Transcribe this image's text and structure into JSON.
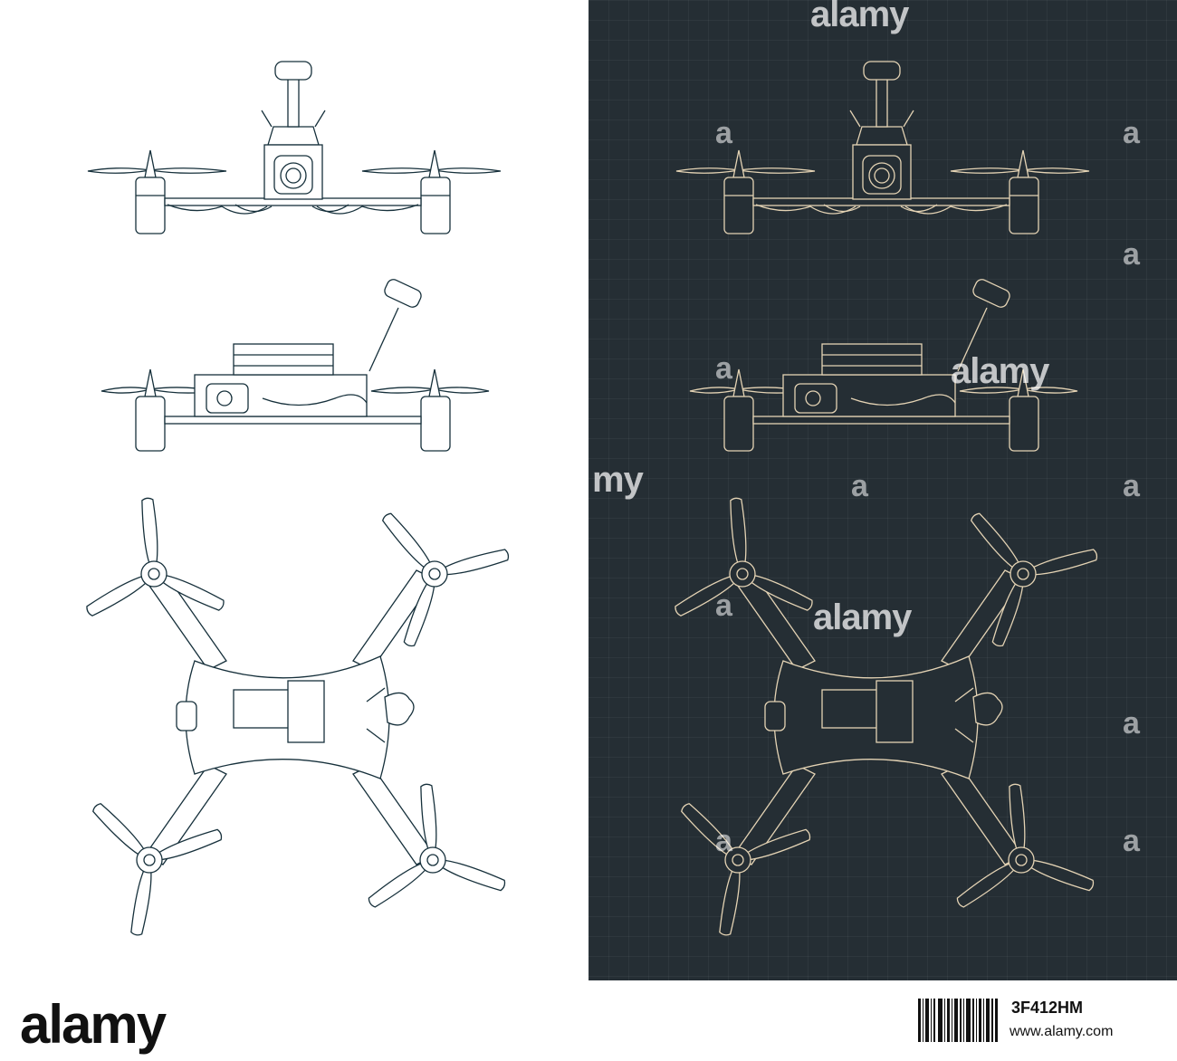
{
  "colors": {
    "light_bg": "#ffffff",
    "light_line": "#16303b",
    "dark_bg": "#252e34",
    "dark_line": "#e4d3b4"
  },
  "watermark": {
    "brand": "alamy",
    "letter": "a",
    "word2": "my"
  },
  "footer": {
    "brand": "alamy",
    "image_id": "3F412HM",
    "site": "www.alamy.com"
  },
  "views": [
    "front-view",
    "side-view",
    "top-view"
  ]
}
